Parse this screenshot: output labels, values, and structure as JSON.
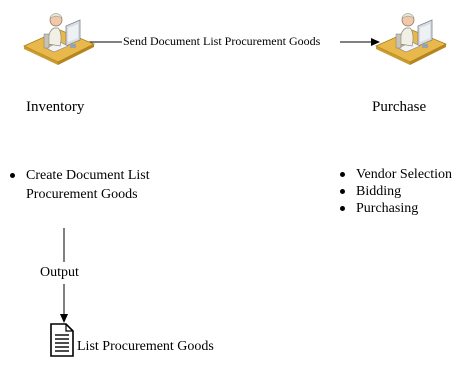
{
  "flow_label": "Send Document List Procurement Goods",
  "nodes": {
    "inventory": {
      "label": "Inventory",
      "icon": "workstation-user-icon",
      "tasks": [
        "Create Document List Procurement Goods"
      ]
    },
    "purchase": {
      "label": "Purchase",
      "icon": "workstation-user-icon",
      "tasks": [
        "Vendor Selection",
        "Bidding",
        "Purchasing"
      ]
    }
  },
  "output": {
    "label": "Output",
    "document_label": "List Procurement Goods",
    "icon": "document-icon"
  },
  "colors": {
    "desk": "#e8b94a",
    "desk_edge": "#c99a2e",
    "monitor": "#d9dde2",
    "person_shirt": "#f2efe4",
    "person_skin": "#f0c9a8",
    "line": "#000000"
  }
}
